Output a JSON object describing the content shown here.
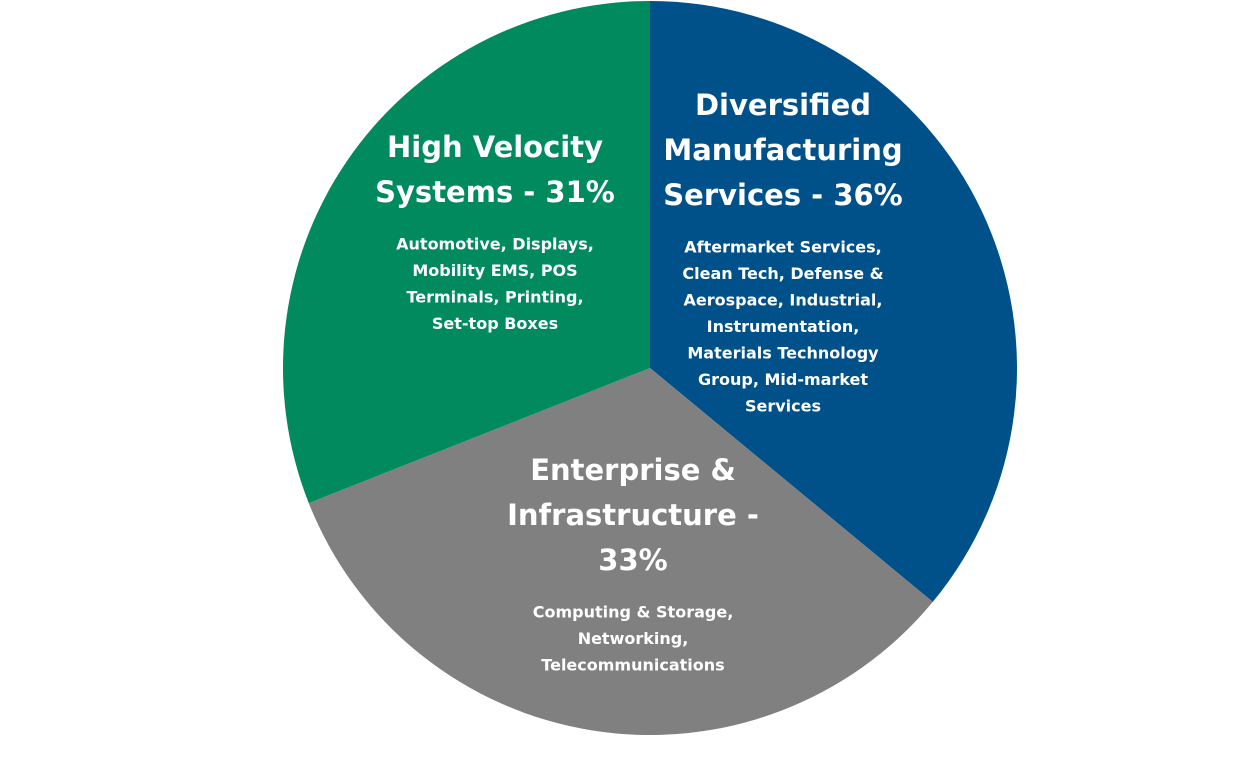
{
  "chart_data": {
    "type": "pie",
    "title": "",
    "start_angle_deg": 0,
    "direction": "clockwise",
    "slices": [
      {
        "label": "Diversified Manufacturing Services",
        "value": 36,
        "color": "#00518A",
        "title_lines": [
          "Diversified",
          "Manufacturing",
          "Services - 36%"
        ],
        "detail_lines": [
          "Aftermarket Services,",
          "Clean Tech, Defense &",
          "Aerospace, Industrial,",
          "Instrumentation,",
          "Materials Technology",
          "Group, Mid-market",
          "Services"
        ]
      },
      {
        "label": "Enterprise & Infrastructure",
        "value": 33,
        "color": "#808080",
        "title_lines": [
          "Enterprise &",
          "Infrastructure -",
          "33%"
        ],
        "detail_lines": [
          "Computing & Storage,",
          "Networking,",
          "Telecommunications"
        ]
      },
      {
        "label": "High Velocity Systems",
        "value": 31,
        "color": "#008A5E",
        "title_lines": [
          "High Velocity",
          "Systems - 31%"
        ],
        "detail_lines": [
          "Automotive, Displays,",
          "Mobility EMS, POS",
          "Terminals, Printing,",
          "Set-top Boxes"
        ]
      }
    ]
  }
}
